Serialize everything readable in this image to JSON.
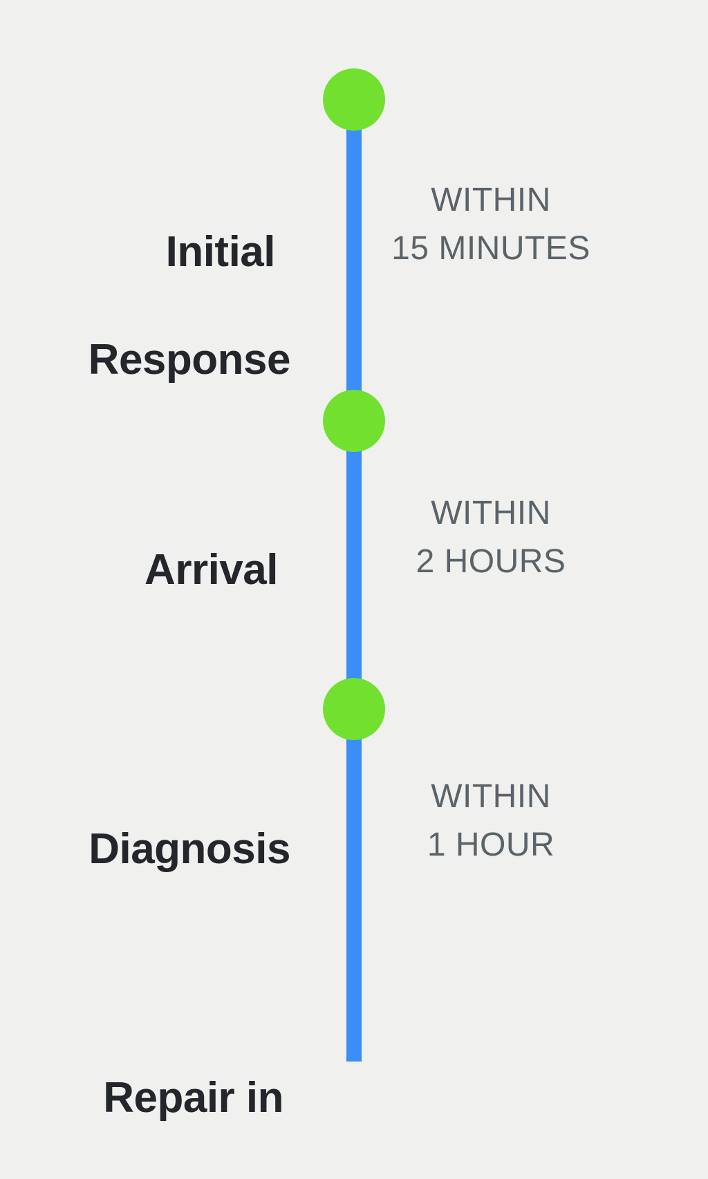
{
  "steps": [
    {
      "title_line1": "Initial",
      "title_line2": "Response",
      "duration_line1": "WITHIN",
      "duration_line2": "15 MINUTES"
    },
    {
      "title_line1": "Arrival",
      "duration_line1": "WITHIN",
      "duration_line2": "2 HOURS"
    },
    {
      "title_line1": "Diagnosis",
      "duration_line1": "WITHIN",
      "duration_line2": "1 HOUR"
    },
    {
      "title_line1": "Repair in"
    }
  ],
  "colors": {
    "background": "#f0f0ef",
    "line": "#3a8ef5",
    "node": "#72e02f",
    "title_text": "#23262b",
    "duration_text": "#5a6368"
  }
}
